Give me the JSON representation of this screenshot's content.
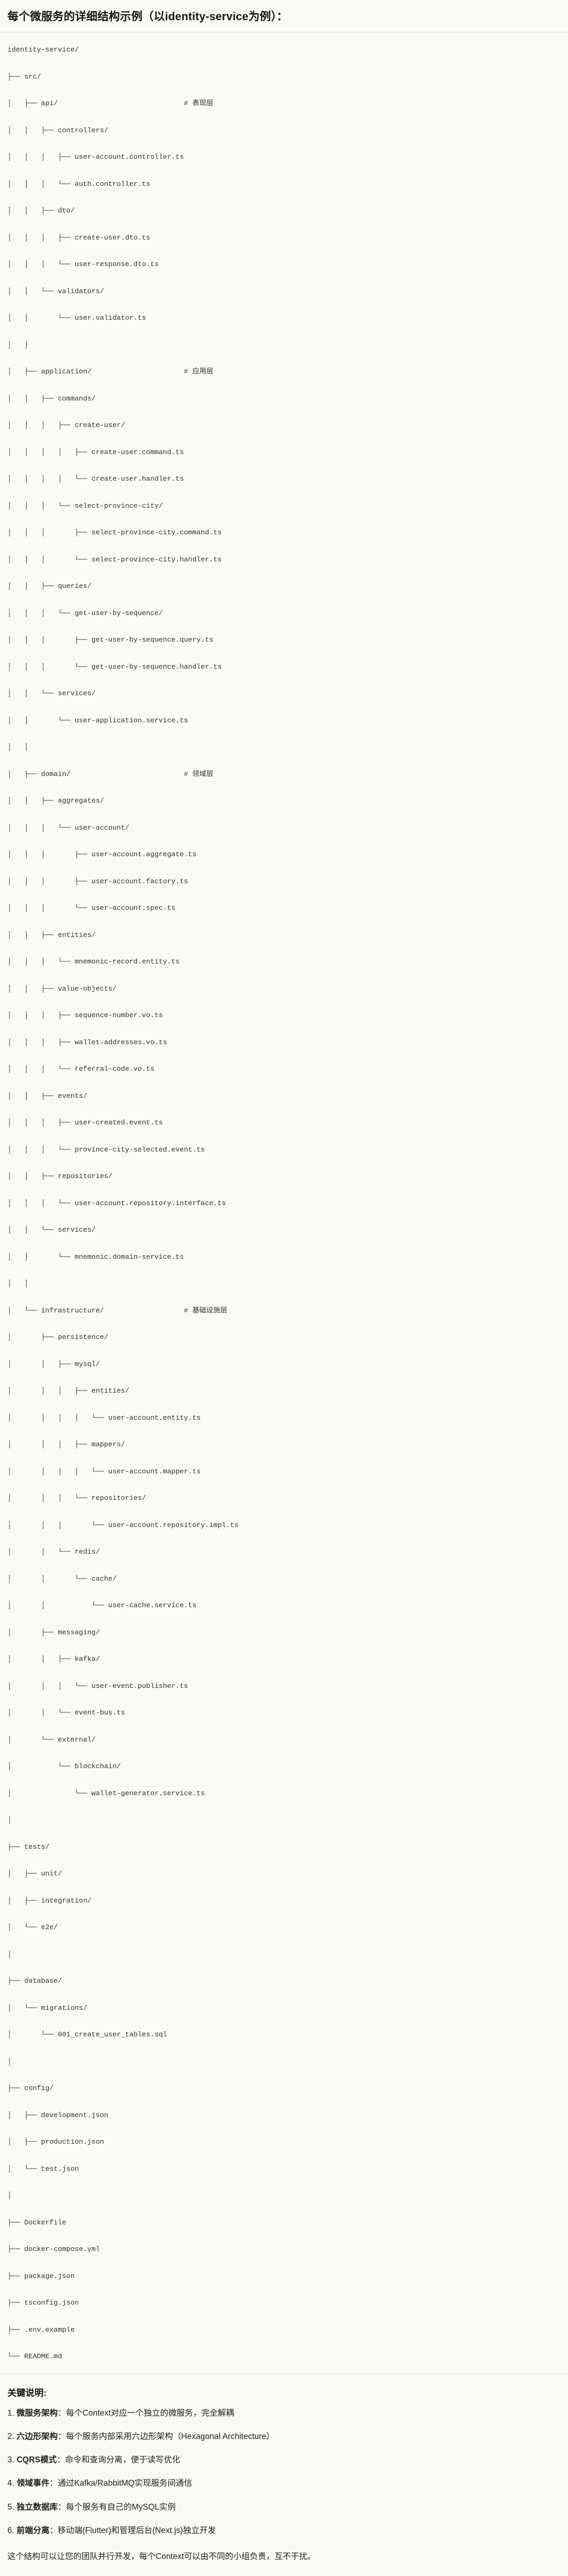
{
  "document": {
    "title": "每个微服务的详细结构示例（以identity-service为例）：",
    "notes_heading": "关键说明:",
    "closing": "这个结构可以让您的团队并行开发，每个Context可以由不同的小组负责，互不干扰。"
  },
  "colors": {
    "page_background": "#faf9f5",
    "code_background": "#fbfaf7",
    "text": "#1f1e1b",
    "code_text": "#31302c",
    "rule": "#e3e0d6"
  },
  "tree": {
    "root": "identity-service/",
    "lines": [
      "identity-service/",
      "├── src/",
      "│   ├── api/                              # 表现层",
      "│   │   ├── controllers/",
      "│   │   │   ├── user-account.controller.ts",
      "│   │   │   └── auth.controller.ts",
      "│   │   ├── dto/",
      "│   │   │   ├── create-user.dto.ts",
      "│   │   │   └── user-response.dto.ts",
      "│   │   └── validators/",
      "│   │       └── user.validator.ts",
      "│   │",
      "│   ├── application/                      # 应用层",
      "│   │   ├── commands/",
      "│   │   │   ├── create-user/",
      "│   │   │   │   ├── create-user.command.ts",
      "│   │   │   │   └── create-user.handler.ts",
      "│   │   │   └── select-province-city/",
      "│   │   │       ├── select-province-city.command.ts",
      "│   │   │       └── select-province-city.handler.ts",
      "│   │   ├── queries/",
      "│   │   │   └── get-user-by-sequence/",
      "│   │   │       ├── get-user-by-sequence.query.ts",
      "│   │   │       └── get-user-by-sequence.handler.ts",
      "│   │   └── services/",
      "│   │       └── user-application.service.ts",
      "│   │",
      "│   ├── domain/                           # 领域层",
      "│   │   ├── aggregates/",
      "│   │   │   └── user-account/",
      "│   │   │       ├── user-account.aggregate.ts",
      "│   │   │       ├── user-account.factory.ts",
      "│   │   │       └── user-account.spec.ts",
      "│   │   ├── entities/",
      "│   │   │   └── mnemonic-record.entity.ts",
      "│   │   ├── value-objects/",
      "│   │   │   ├── sequence-number.vo.ts",
      "│   │   │   ├── wallet-addresses.vo.ts",
      "│   │   │   └── referral-code.vo.ts",
      "│   │   ├── events/",
      "│   │   │   ├── user-created.event.ts",
      "│   │   │   └── province-city-selected.event.ts",
      "│   │   ├── repositories/",
      "│   │   │   └── user-account.repository.interface.ts",
      "│   │   └── services/",
      "│   │       └── mnemonic.domain-service.ts",
      "│   │",
      "│   └── infrastructure/                   # 基础设施层",
      "│       ├── persistence/",
      "│       │   ├── mysql/",
      "│       │   │   ├── entities/",
      "│       │   │   │   └── user-account.entity.ts",
      "│       │   │   ├── mappers/",
      "│       │   │   │   └── user-account.mapper.ts",
      "│       │   │   └── repositories/",
      "│       │   │       └── user-account.repository.impl.ts",
      "│       │   └── redis/",
      "│       │       └── cache/",
      "│       │           └── user-cache.service.ts",
      "│       ├── messaging/",
      "│       │   ├── kafka/",
      "│       │   │   └── user-event.publisher.ts",
      "│       │   └── event-bus.ts",
      "│       └── external/",
      "│           └── blockchain/",
      "│               └── wallet-generator.service.ts",
      "│",
      "├── tests/",
      "│   ├── unit/",
      "│   ├── integration/",
      "│   └── e2e/",
      "│",
      "├── database/",
      "│   └── migrations/",
      "│       └── 001_create_user_tables.sql",
      "│",
      "├── config/",
      "│   ├── development.json",
      "│   ├── production.json",
      "│   └── test.json",
      "│",
      "├── Dockerfile",
      "├── docker-compose.yml",
      "├── package.json",
      "├── tsconfig.json",
      "├── .env.example",
      "└── README.md"
    ],
    "layer_comments": [
      {
        "path": "api/",
        "comment": "# 表现层"
      },
      {
        "path": "application/",
        "comment": "# 应用层"
      },
      {
        "path": "domain/",
        "comment": "# 领域层"
      },
      {
        "path": "infrastructure/",
        "comment": "# 基础设施层"
      }
    ]
  },
  "notes": [
    {
      "num": "1.",
      "label": "微服务架构",
      "sep": "：",
      "body": "每个Context对应一个独立的微服务，完全解耦"
    },
    {
      "num": "2.",
      "label": "六边形架构",
      "sep": "：",
      "body": "每个服务内部采用六边形架构（Hexagonal Architecture）"
    },
    {
      "num": "3.",
      "label": "CQRS模式",
      "sep": "：",
      "body": "命令和查询分离，便于读写优化"
    },
    {
      "num": "4.",
      "label": "领域事件",
      "sep": "：",
      "body": "通过Kafka/RabbitMQ实现服务间通信"
    },
    {
      "num": "5.",
      "label": "独立数据库",
      "sep": "：",
      "body": "每个服务有自己的MySQL实例"
    },
    {
      "num": "6.",
      "label": "前端分离",
      "sep": "：",
      "body": "移动端(Flutter)和管理后台(Next.js)独立开发"
    }
  ]
}
